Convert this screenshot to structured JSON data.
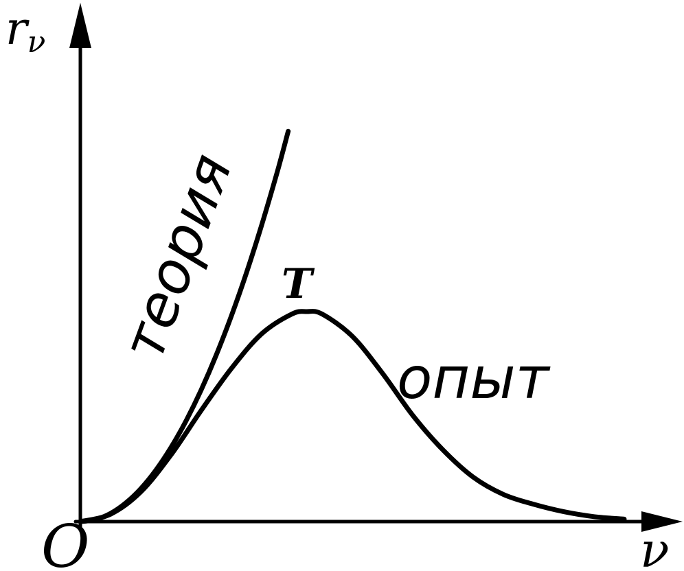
{
  "chart_data": {
    "type": "line",
    "xlabel": "ν",
    "ylabel": "r",
    "ylabel_sub": "ν",
    "origin_label": "O",
    "grid": false,
    "legend": "none",
    "annotations": {
      "peak_label": "T",
      "theory_label": "теория",
      "experiment_label": "опыт"
    },
    "series": [
      {
        "name": "теория",
        "x": [
          0,
          0.25,
          0.5,
          0.75,
          1.0,
          1.25,
          1.5,
          1.75,
          2.0,
          2.25,
          2.5,
          2.75,
          3.0,
          3.25,
          3.44
        ],
        "y": [
          0,
          0.008,
          0.033,
          0.075,
          0.133,
          0.208,
          0.3,
          0.408,
          0.533,
          0.675,
          0.833,
          1.008,
          1.2,
          1.408,
          1.58
        ]
      },
      {
        "name": "опыт",
        "x": [
          0,
          0.5,
          1.0,
          1.5,
          2.0,
          2.5,
          3.0,
          3.5,
          3.75,
          4.0,
          4.5,
          5.0,
          5.5,
          6.0,
          6.5,
          7.0,
          7.5,
          8.0,
          8.5,
          9.0
        ],
        "y": [
          0,
          0.03,
          0.12,
          0.27,
          0.45,
          0.62,
          0.76,
          0.84,
          0.85,
          0.84,
          0.75,
          0.6,
          0.43,
          0.29,
          0.18,
          0.11,
          0.07,
          0.04,
          0.02,
          0.01
        ]
      }
    ]
  }
}
